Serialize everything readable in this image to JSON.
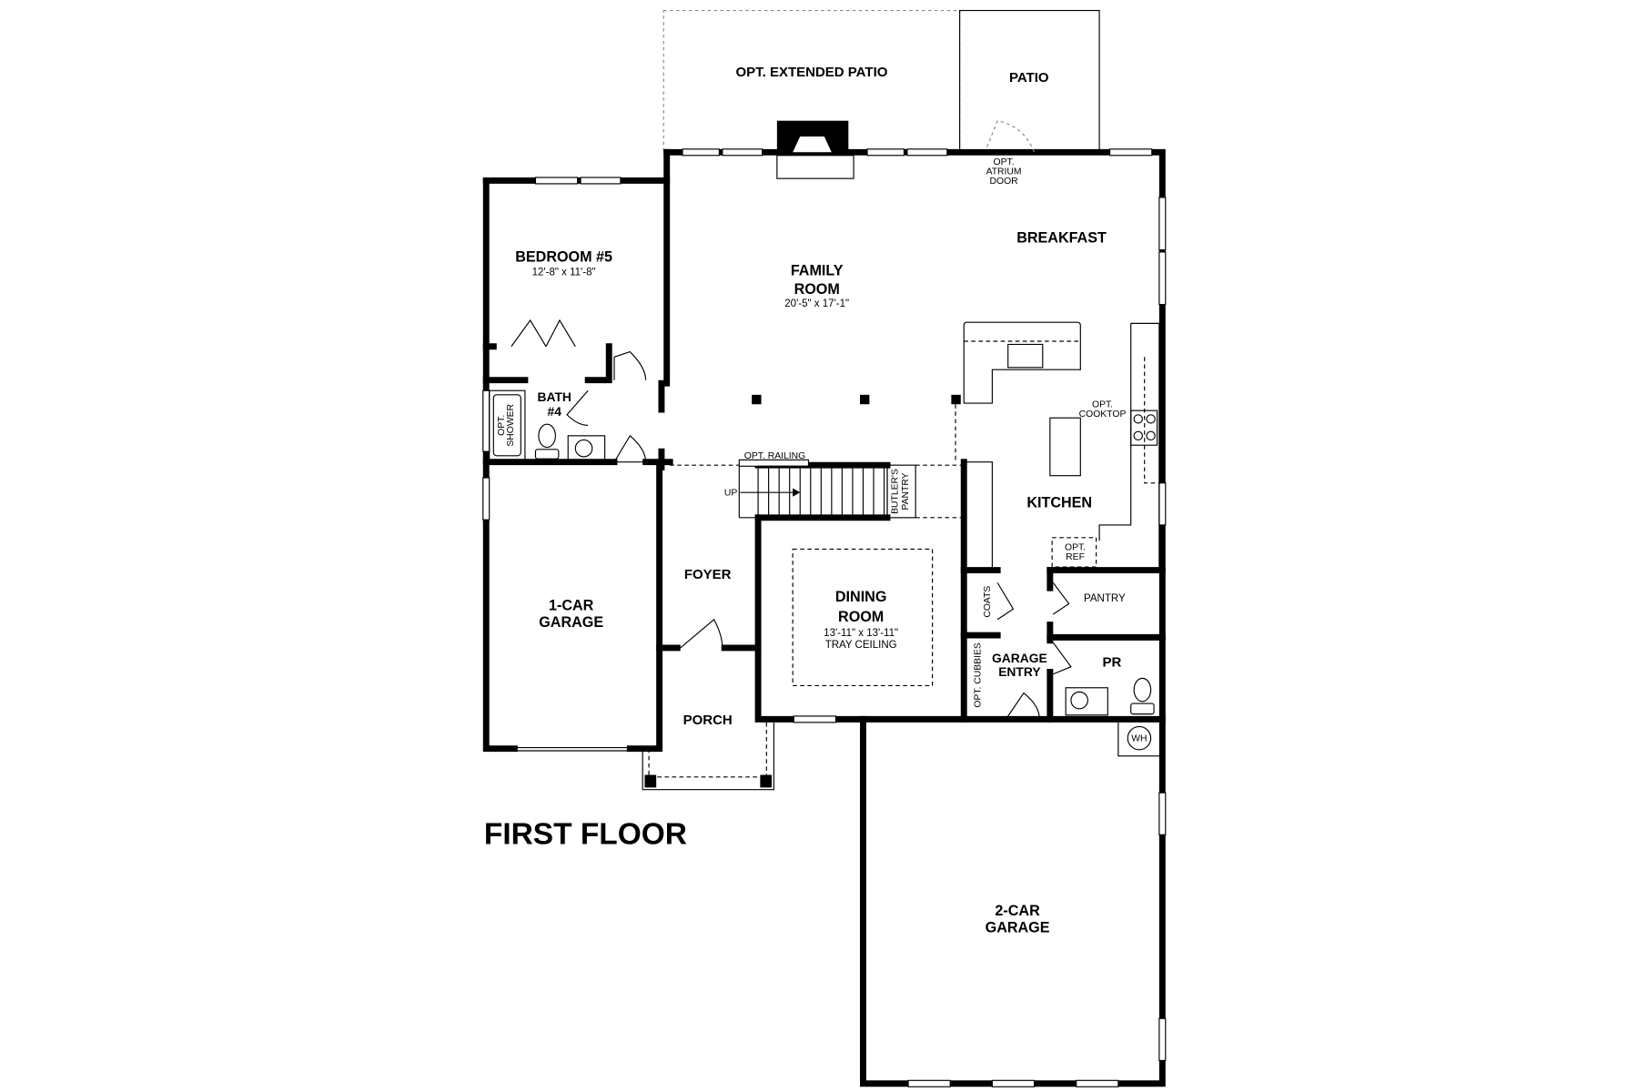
{
  "title": "FIRST FLOOR",
  "rooms": {
    "ext_patio": "OPT. EXTENDED PATIO",
    "patio": "PATIO",
    "atrium": [
      "OPT.",
      "ATRIUM",
      "DOOR"
    ],
    "bedroom5": {
      "name": "BEDROOM #5",
      "dims": "12'-8\" x 11'-8\""
    },
    "family": {
      "name1": "FAMILY",
      "name2": "ROOM",
      "dims": "20'-5\" x 17'-1\""
    },
    "breakfast": "BREAKFAST",
    "bath4": {
      "name1": "BATH",
      "name2": "#4"
    },
    "opt_shower": [
      "OPT.",
      "SHOWER"
    ],
    "opt_cooktop": [
      "OPT.",
      "COOKTOP"
    ],
    "opt_railing": "OPT. RAILING",
    "up": "UP",
    "butlers": [
      "BUTLER'S",
      "PANTRY"
    ],
    "kitchen": "KITCHEN",
    "opt_ref": [
      "OPT.",
      "REF"
    ],
    "foyer": "FOYER",
    "dining": {
      "name1": "DINING",
      "name2": "ROOM",
      "dims": "13'-11\" x 13'-11\"",
      "note": "TRAY CEILING"
    },
    "garage1": {
      "name1": "1-CAR",
      "name2": "GARAGE"
    },
    "coats": "COATS",
    "pantry": "PANTRY",
    "cubbies": "OPT. CUBBIES",
    "garage_entry": {
      "name1": "GARAGE",
      "name2": "ENTRY"
    },
    "pr": "PR",
    "wh": "WH",
    "porch": "PORCH",
    "garage2": {
      "name1": "2-CAR",
      "name2": "GARAGE"
    }
  }
}
